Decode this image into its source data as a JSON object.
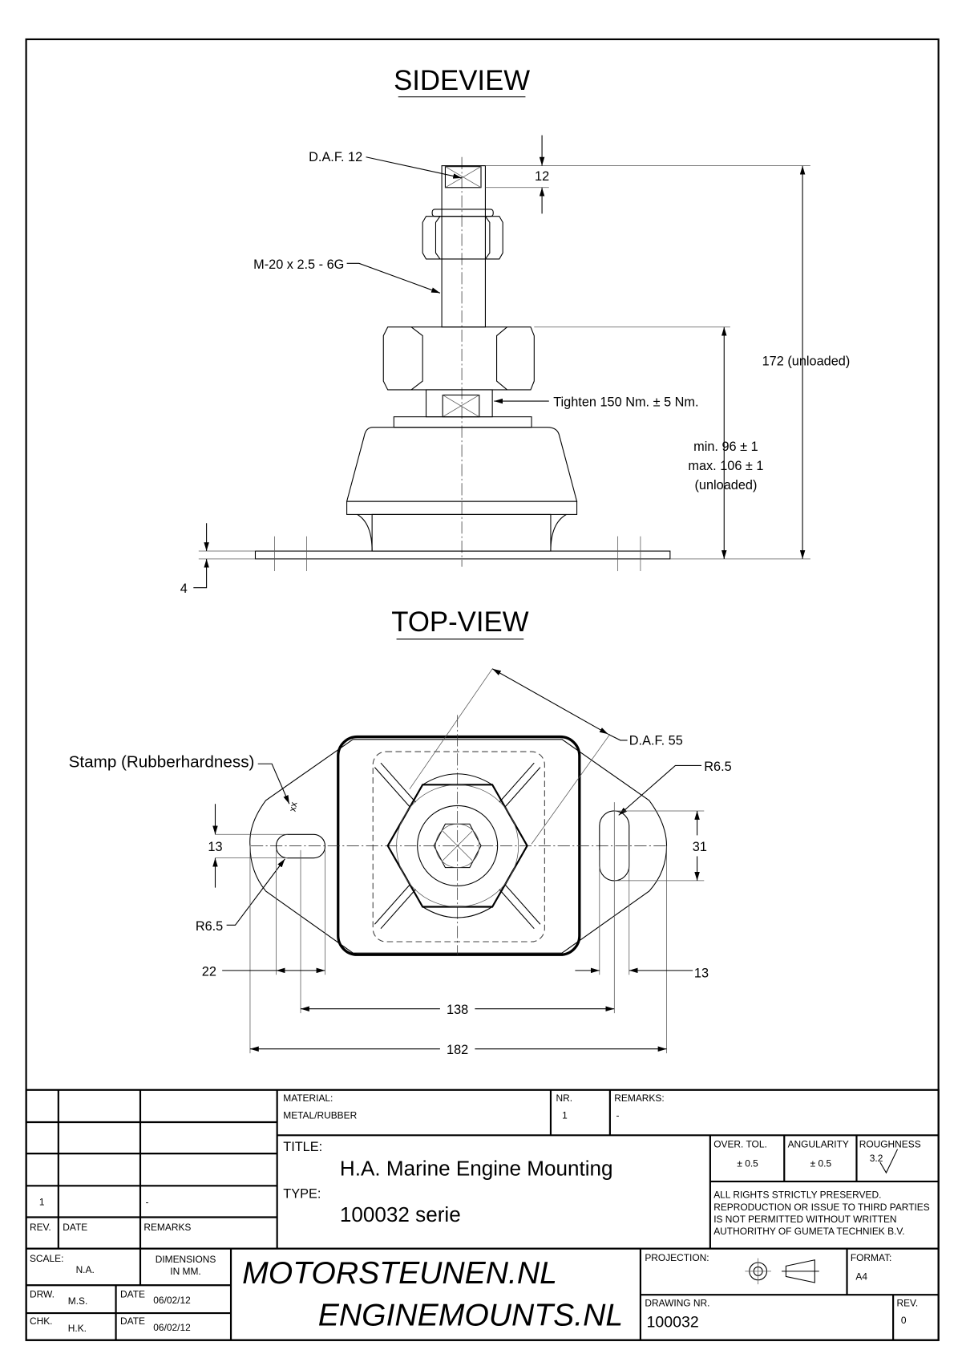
{
  "sideview": {
    "title": "SIDEVIEW",
    "daf_label": "D.A.F. 12",
    "thread_label": "M-20 x 2.5 - 6G",
    "tighten_label": "Tighten 150 Nm. ± 5 Nm.",
    "dim_12": "12",
    "dim_172": "172 (unloaded)",
    "dim_min": "min. 96 ± 1",
    "dim_max": "max. 106 ± 1",
    "dim_unloaded": "(unloaded)",
    "dim_4": "4"
  },
  "topview": {
    "title": "TOP-VIEW",
    "daf_label": "D.A.F. 55",
    "stamp_label": "Stamp (Rubberhardness)",
    "stamp_mark": "xx",
    "r_left": "R6.5",
    "r_right": "R6.5",
    "dim_13_left": "13",
    "dim_31": "31",
    "dim_22": "22",
    "dim_13_right": "13",
    "dim_138": "138",
    "dim_182": "182"
  },
  "title_block": {
    "material_label": "MATERIAL:",
    "material_value": "METAL/RUBBER",
    "nr_label": "NR.",
    "nr_value": "1",
    "remarks_label": "REMARKS:",
    "remarks_value": "-",
    "title_label": "TITLE:",
    "title_value": "H.A. Marine Engine Mounting",
    "type_label": "TYPE:",
    "type_value": "100032 serie",
    "over_tol_label": "OVER. TOL.",
    "over_tol_value": "± 0.5",
    "angularity_label": "ANGULARITY",
    "angularity_value": "± 0.5",
    "roughness_label": "ROUGHNESS",
    "roughness_value": "3.2",
    "rights": [
      "ALL RIGHTS STRICTLY PRESERVED.",
      "REPRODUCTION OR ISSUE TO THIRD PARTIES",
      "IS NOT PERMITTED WITHOUT WRITTEN",
      "AUTHORITHY OF GUMETA TECHNIEK B.V."
    ],
    "revision_row": {
      "rev": "1",
      "remarks": "-"
    },
    "rev_header": "REV.",
    "date_header": "DATE",
    "remarks_header": "REMARKS",
    "scale_label": "SCALE:",
    "scale_value": "N.A.",
    "dimensions_line1": "DIMENSIONS",
    "dimensions_line2": "IN MM.",
    "drw_label": "DRW.",
    "drw_value": "M.S.",
    "drw_date_label": "DATE",
    "drw_date": "06/02/12",
    "chk_label": "CHK.",
    "chk_value": "H.K.",
    "chk_date_label": "DATE",
    "chk_date": "06/02/12",
    "logo_line1": "MOTORSTEUNEN.NL",
    "logo_line2": "ENGINEMOUNTS.NL",
    "projection_label": "PROJECTION:",
    "format_label": "FORMAT:",
    "format_value": "A4",
    "drawing_nr_label": "DRAWING NR.",
    "drawing_nr_value": "100032",
    "rev_label": "REV.",
    "rev_value": "0"
  }
}
